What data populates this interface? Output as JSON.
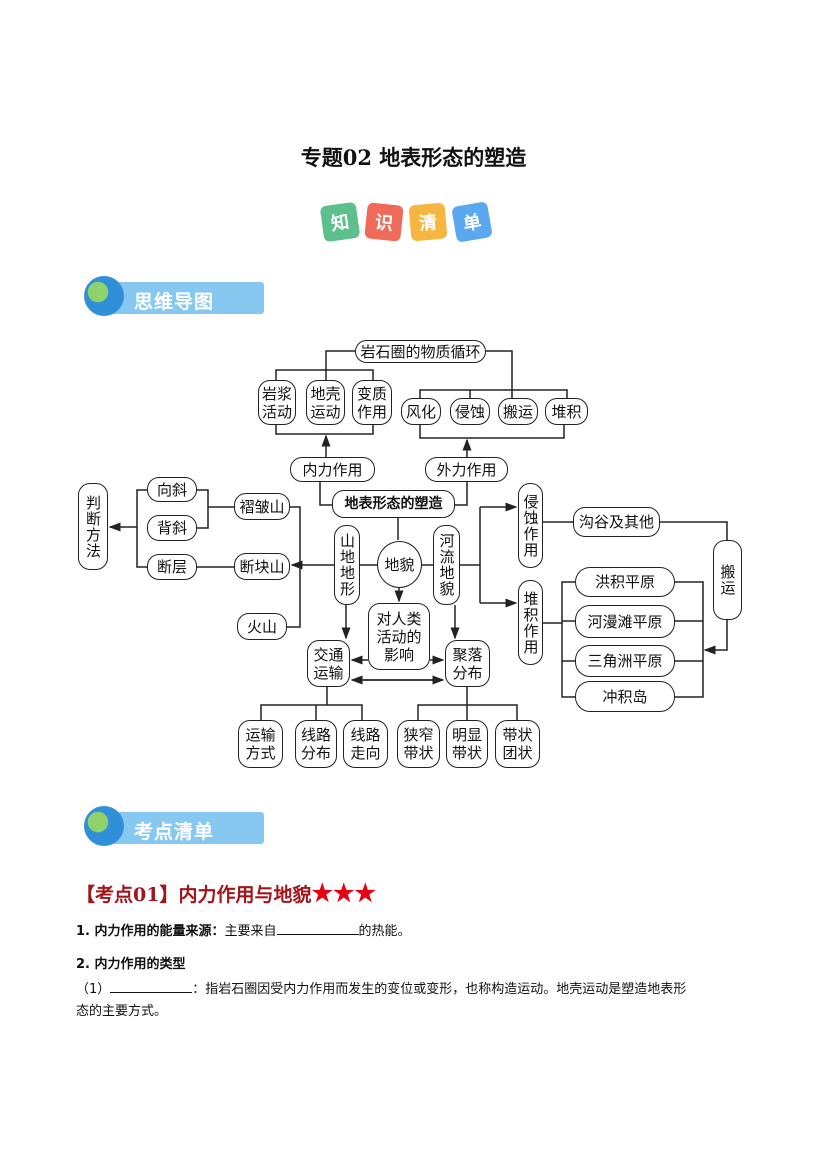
{
  "title": "专题02  地表形态的塑造",
  "knowledge_tiles": [
    {
      "char": "知",
      "color": "#5cbf8c"
    },
    {
      "char": "识",
      "color": "#f06a5a"
    },
    {
      "char": "清",
      "color": "#f7b63f"
    },
    {
      "char": "单",
      "color": "#5aa8ef"
    }
  ],
  "section_mindmap": "思维导图",
  "section_points": "考点清单",
  "mindmap": {
    "cycle": "岩石圈的物质循环",
    "magma": "岩浆活动",
    "crust": "地壳运动",
    "meta": "变质作用",
    "weather": "风化",
    "erosion": "侵蚀",
    "transport": "搬运",
    "deposit": "堆积",
    "internal": "内力作用",
    "external": "外力作用",
    "root": "地表形态的塑造",
    "syncline": "向斜",
    "anticline": "背斜",
    "fault": "断层",
    "judge": "判断方法",
    "fold_mtn": "褶皱山",
    "block_mtn": "断块山",
    "volcano": "火山",
    "mountain": "山地地形",
    "landform": "地貌",
    "river": "河流地貌",
    "impact": "对人类活动的影响",
    "traffic": "交通运输",
    "settlement": "聚落分布",
    "t1": "运输方式",
    "t2": "线路分布",
    "t3": "线路走向",
    "s1": "狭窄带状",
    "s2": "明显带状",
    "s3": "带状团状",
    "erosion_act": "侵蚀作用",
    "deposit_act": "堆积作用",
    "valley": "沟谷及其他",
    "carry": "搬运",
    "p1": "洪积平原",
    "p2": "河漫滩平原",
    "p3": "三角洲平原",
    "p4": "冲积岛"
  },
  "point1": {
    "heading": "【考点01】内力作用与地貌",
    "stars": "★★★",
    "item1_label": "1.  内力作用的能量来源：",
    "item1_text": "主要来自",
    "item1_tail": "的热能。",
    "item2_label": "2.  内力作用的类型",
    "item3_prefix": "（1）",
    "item3_text": "：指岩石圈因受内力作用而发生的变位或变形，也称构造运动。地壳运动是塑造地表形",
    "item3_cont": "态的主要方式。"
  }
}
